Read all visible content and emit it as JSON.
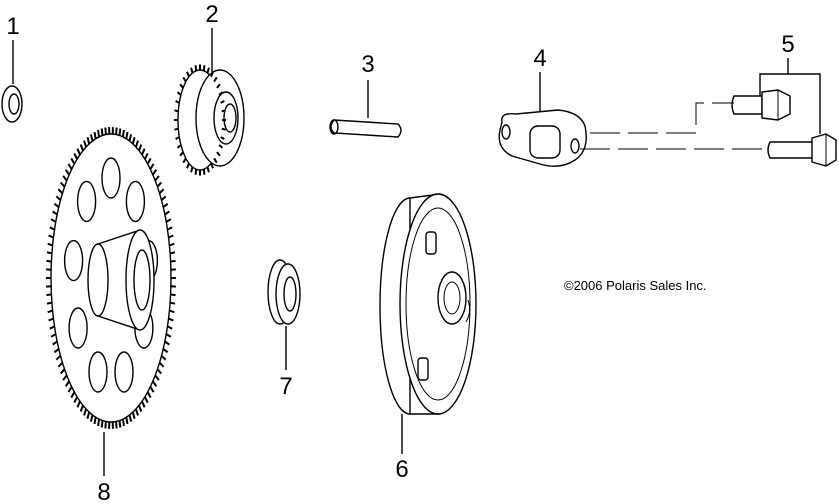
{
  "callouts": [
    {
      "id": "1",
      "text": "1"
    },
    {
      "id": "2",
      "text": "2"
    },
    {
      "id": "3",
      "text": "3"
    },
    {
      "id": "4",
      "text": "4"
    },
    {
      "id": "5",
      "text": "5"
    },
    {
      "id": "6",
      "text": "6"
    },
    {
      "id": "7",
      "text": "7"
    },
    {
      "id": "8",
      "text": "8"
    }
  ],
  "copyright": "©2006 Polaris Sales Inc."
}
